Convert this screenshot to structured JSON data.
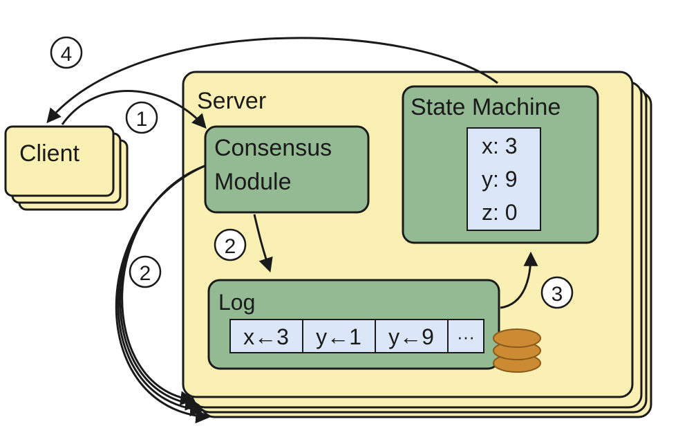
{
  "server": {
    "label": "Server"
  },
  "client": {
    "label": "Client"
  },
  "consensus": {
    "line1": "Consensus",
    "line2": "Module"
  },
  "state_machine": {
    "title": "State Machine",
    "entries": [
      "x: 3",
      "y: 9",
      "z: 0"
    ]
  },
  "log": {
    "title": "Log",
    "entries": [
      "x←3",
      "y←1",
      "y←9",
      "···"
    ]
  },
  "steps": {
    "s1": "1",
    "s2a": "2",
    "s2b": "2",
    "s3": "3",
    "s4": "4"
  },
  "colors": {
    "cream": "#fbf0b4",
    "green": "#94ba94",
    "light_blue": "#dbe6f8",
    "disk": "#cc8a33",
    "stroke": "#1a1a1a"
  }
}
